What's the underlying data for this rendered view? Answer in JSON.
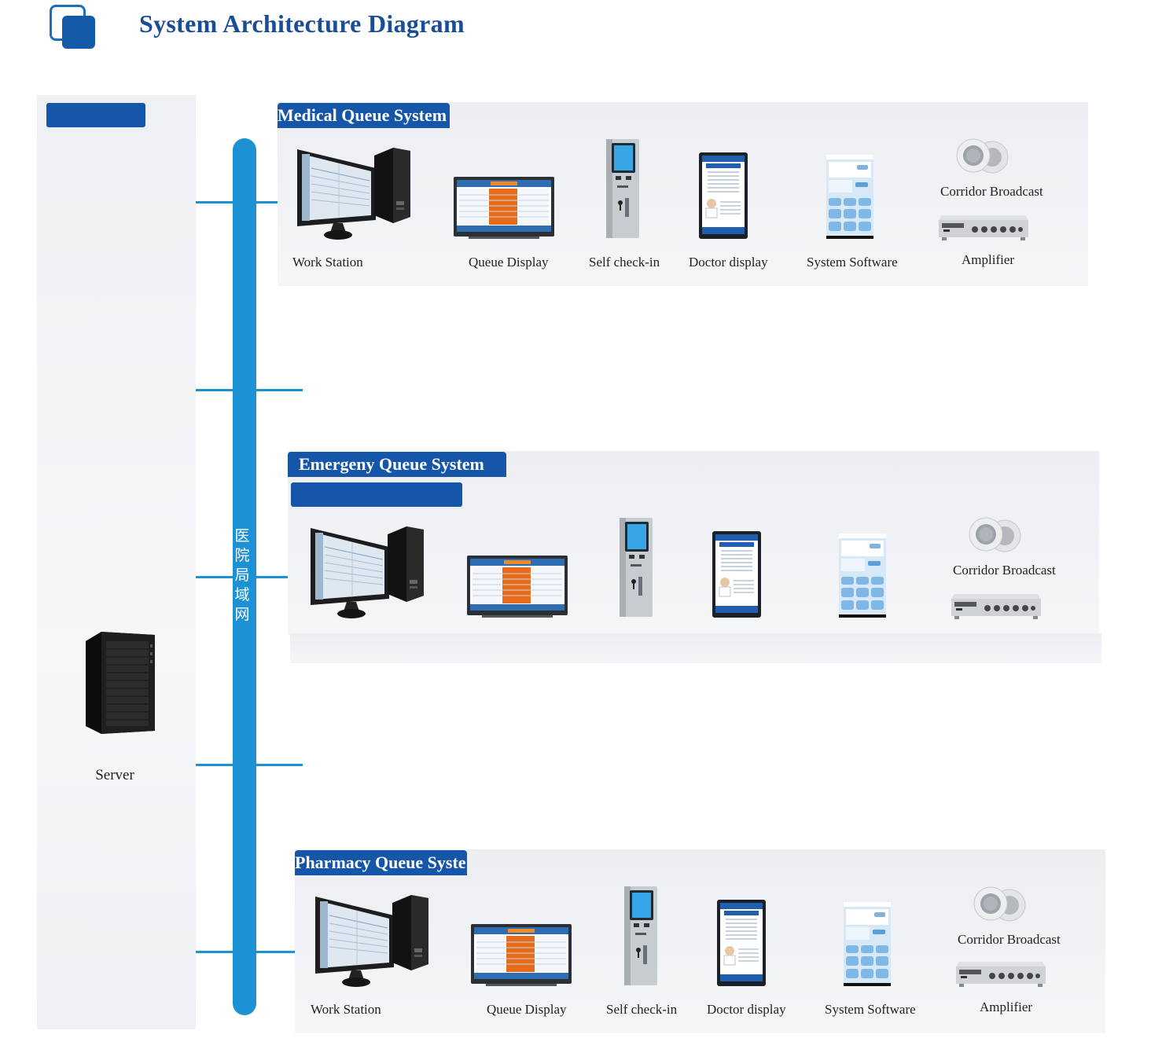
{
  "header": {
    "title": "System Architecture Diagram",
    "logo_icon": "stacked-squares-icon"
  },
  "colors": {
    "brand_blue": "#1656a8",
    "bus_blue": "#1c92d4",
    "title_blue": "#1a4d97"
  },
  "server": {
    "label": "Server"
  },
  "network": {
    "label": "医院局域网"
  },
  "sections": [
    {
      "title": "Medical Queue System",
      "labels": {
        "workstation": "Work Station",
        "queue_display": "Queue Display",
        "self_checkin": "Self check-in",
        "doctor_display": "Doctor display",
        "system_software": "System Software",
        "broadcast": "Corridor Broadcast",
        "amplifier": "Amplifier"
      }
    },
    {
      "title": "Emergeny Queue System",
      "labels": {
        "broadcast": "Corridor Broadcast"
      }
    },
    {
      "title": "Pharmacy Queue Syste",
      "labels": {
        "workstation": "Work Station",
        "queue_display": "Queue Display",
        "self_checkin": "Self check-in",
        "doctor_display": "Doctor display",
        "system_software": "System Software",
        "broadcast": "Corridor Broadcast",
        "amplifier": "Amplifier"
      }
    }
  ]
}
